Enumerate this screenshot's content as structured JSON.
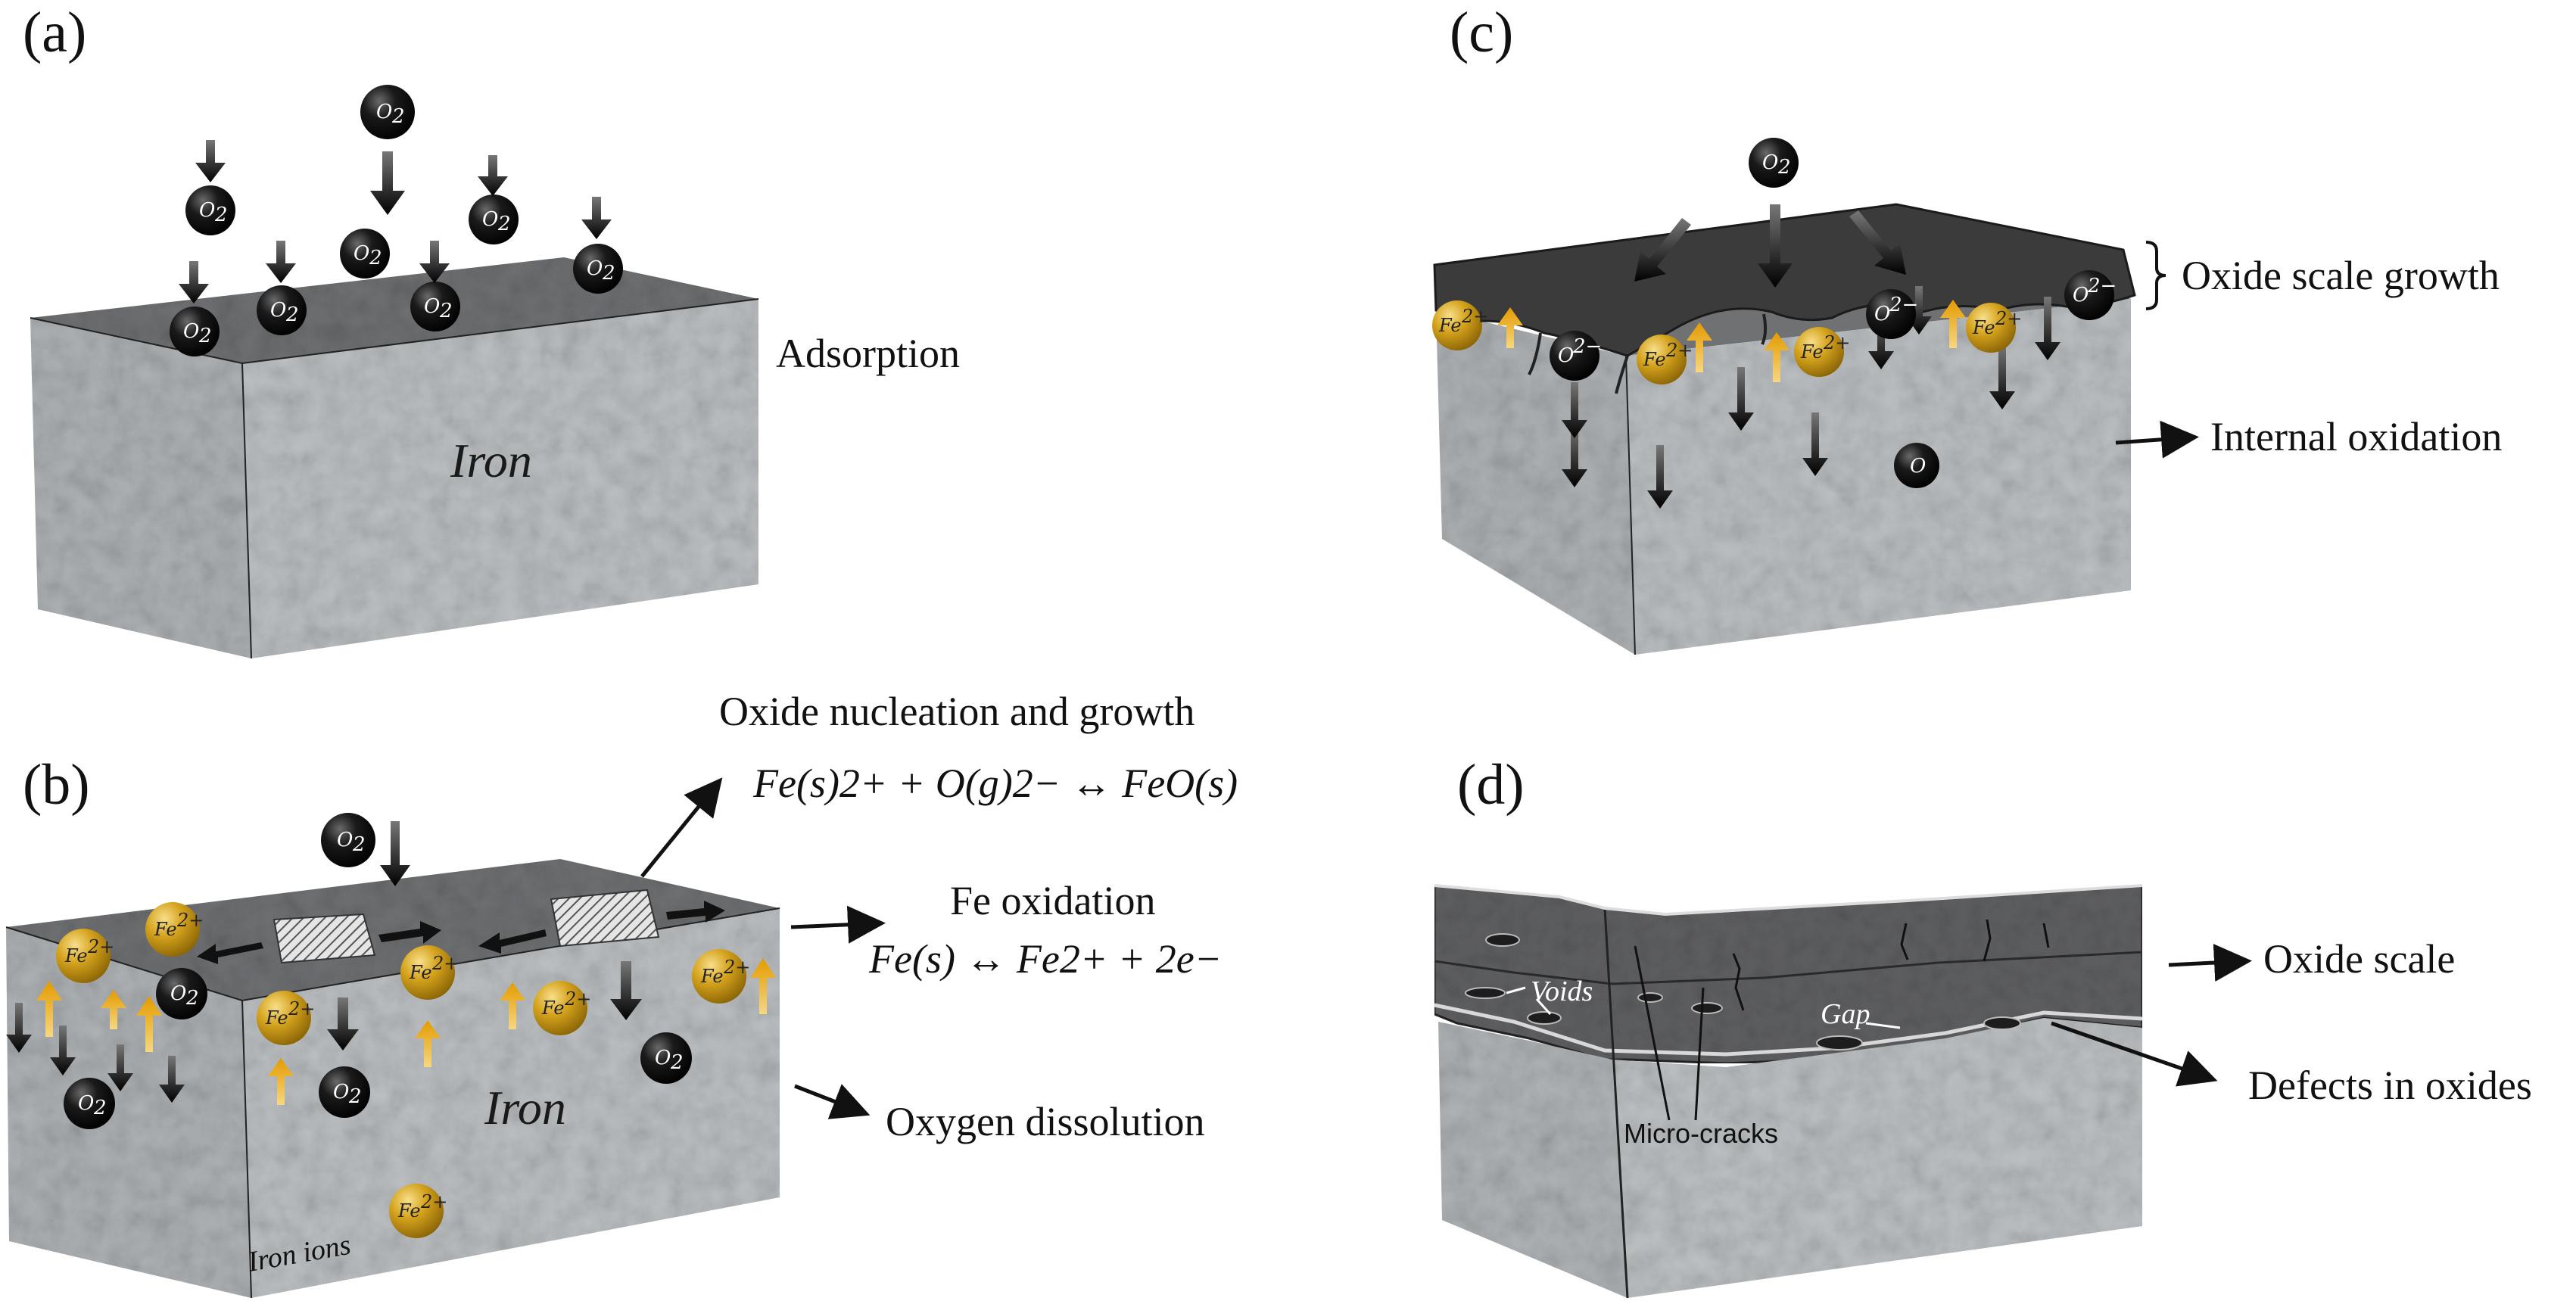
{
  "panels": {
    "a": {
      "label": "(a)",
      "iron_label": "Iron",
      "annotation": "Adsorption",
      "o2_label": "O",
      "o2_sub": "2"
    },
    "b": {
      "label": "(b)",
      "iron_label": "Iron",
      "iron_ions_label": "Iron ions",
      "nucleation_title": "Oxide nucleation and growth",
      "nucleation_eq": "Fe(s)2+ + O(g)2− ↔ FeO(s)",
      "fe_oxidation_title": "Fe oxidation",
      "fe_oxidation_eq": "Fe(s) ↔ Fe2+ + 2e−",
      "dissolution": "Oxygen dissolution",
      "fe_label": "Fe",
      "fe_sup": "2+"
    },
    "c": {
      "label": "(c)",
      "scale_growth": "Oxide scale growth",
      "internal_oxidation": "Internal oxidation",
      "o_ion": "O",
      "o_ion_sup": "2−",
      "o_atom": "O"
    },
    "d": {
      "label": "(d)",
      "oxide_scale": "Oxide scale",
      "defects": "Defects in oxides",
      "voids": "Voids",
      "gap": "Gap",
      "micro_cracks": "Micro-cracks"
    }
  },
  "colors": {
    "iron_face": "#b9bdbf",
    "top_face": "#6f7173",
    "oxide": "#3a3a3a",
    "fe_ion": "#d4a21c",
    "arrow_up": "#f0b21a",
    "molecule": "#151515"
  }
}
